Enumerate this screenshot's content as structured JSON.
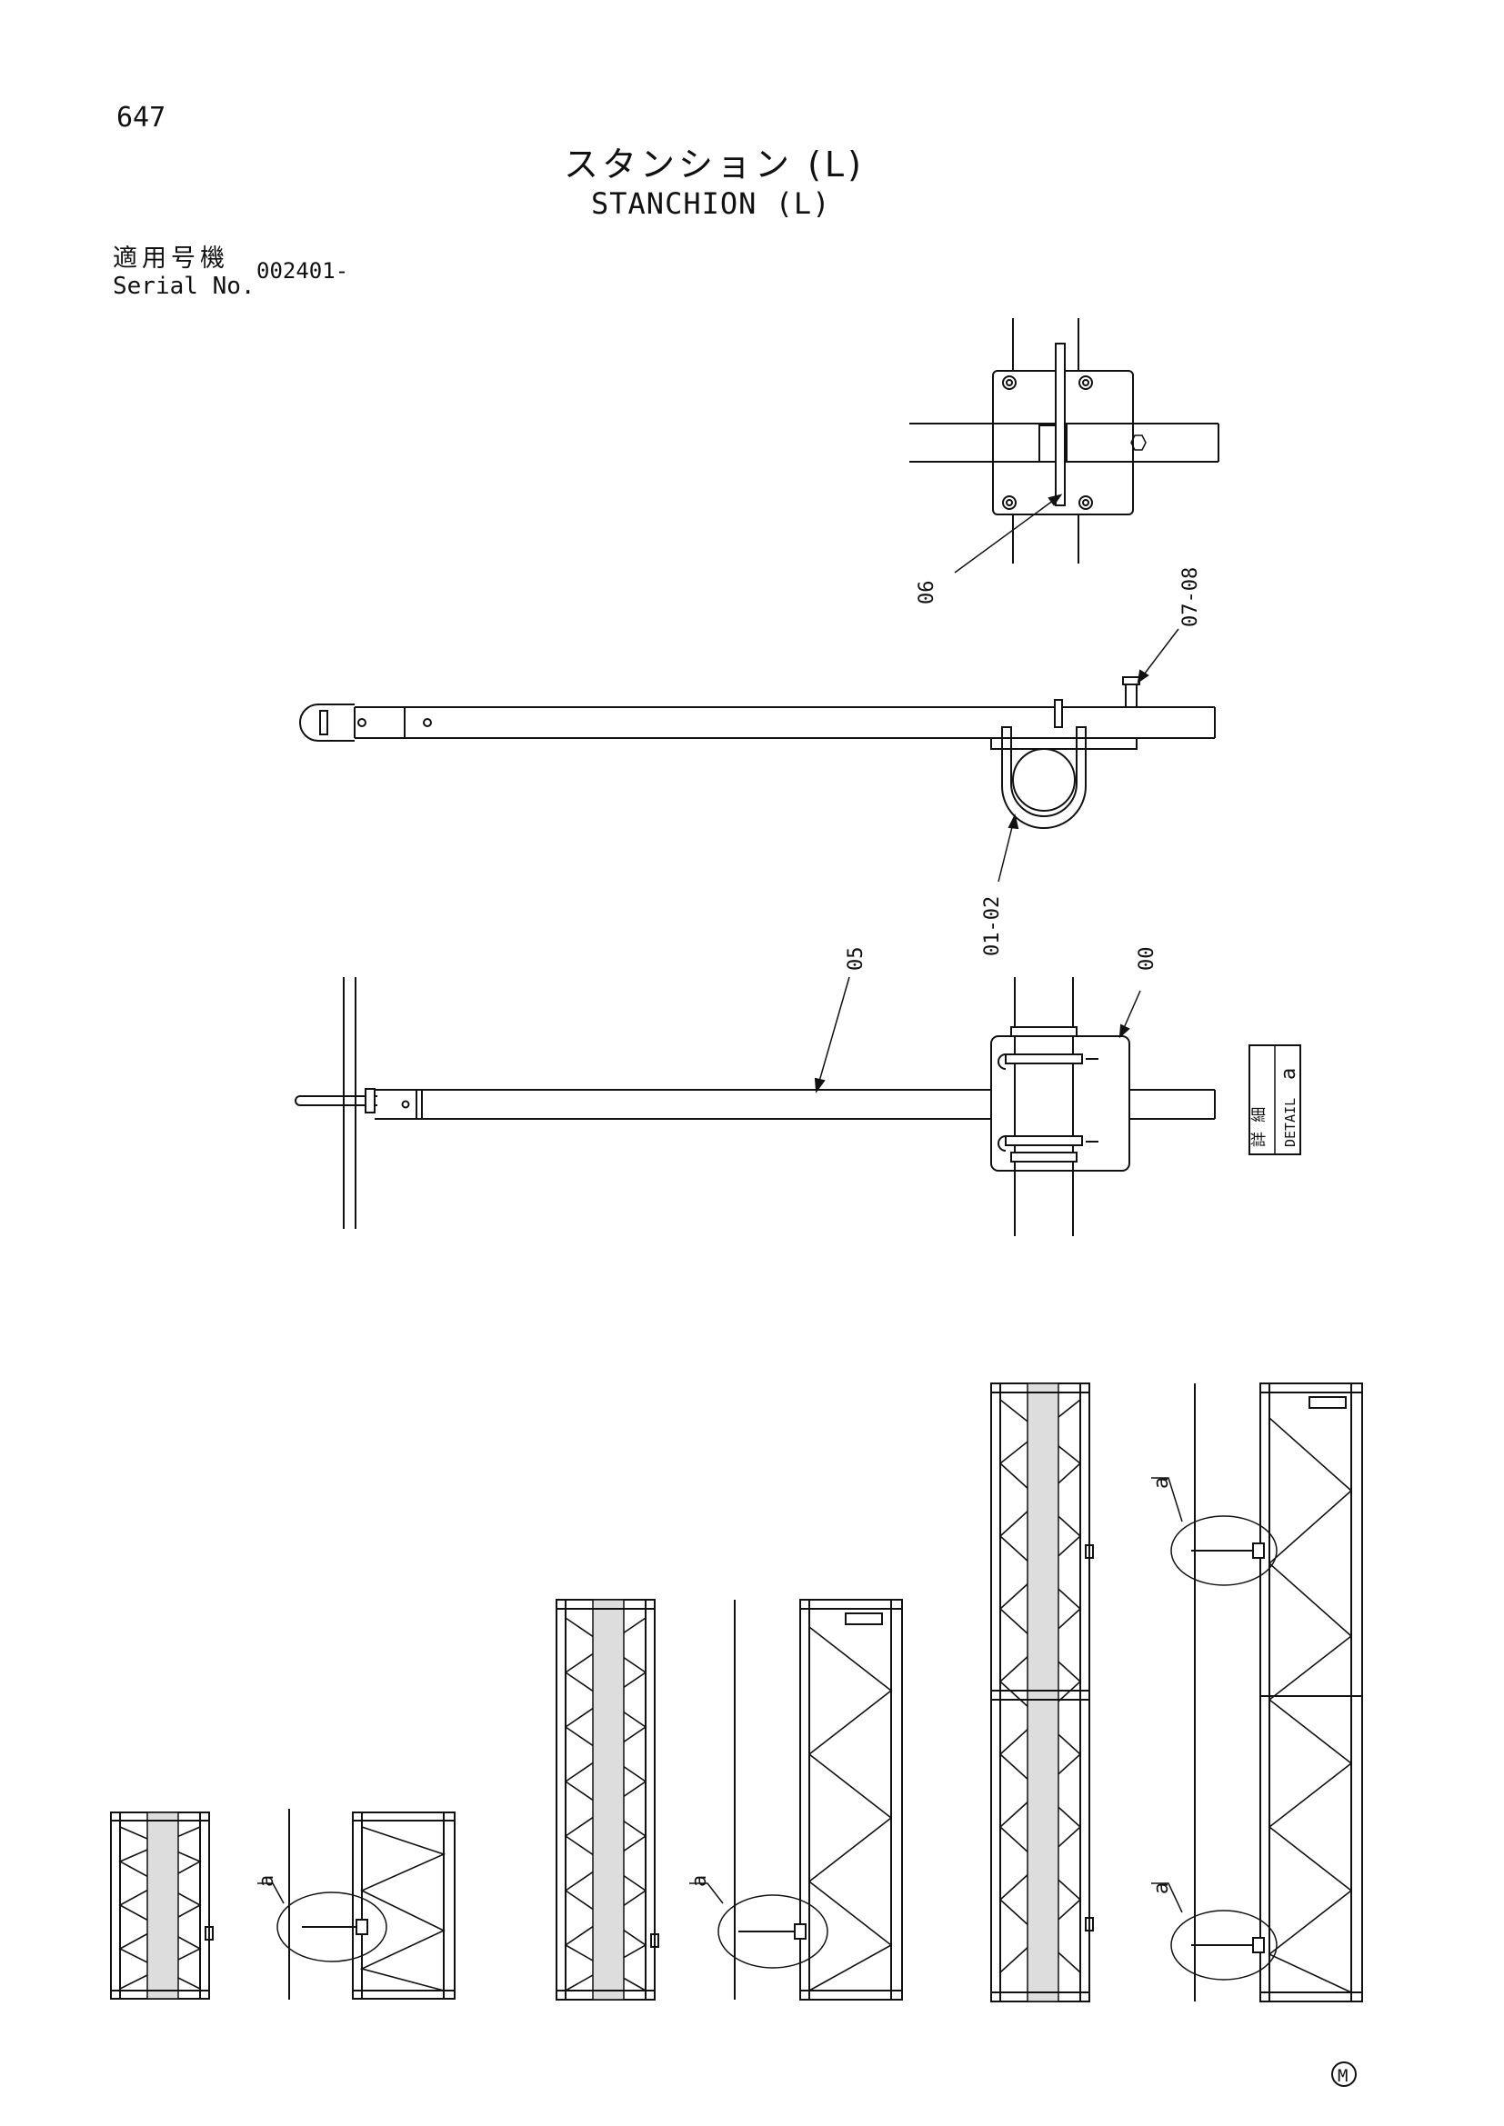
{
  "page_number": "647",
  "title": {
    "jp": "スタンション (L)",
    "en": "STANCHION (L)"
  },
  "serial": {
    "label_jp": "適用号機",
    "label_en": "Serial No.",
    "value": "002401-"
  },
  "callouts": {
    "c06": "06",
    "c0708": "07-08",
    "c0102": "01-02",
    "c05": "05",
    "c00": "00"
  },
  "detail_box": {
    "jp": "詳 細",
    "en": "DETAIL",
    "letter": "a"
  },
  "detail_markers": [
    "a",
    "a",
    "a",
    "a"
  ],
  "stamp": "M"
}
